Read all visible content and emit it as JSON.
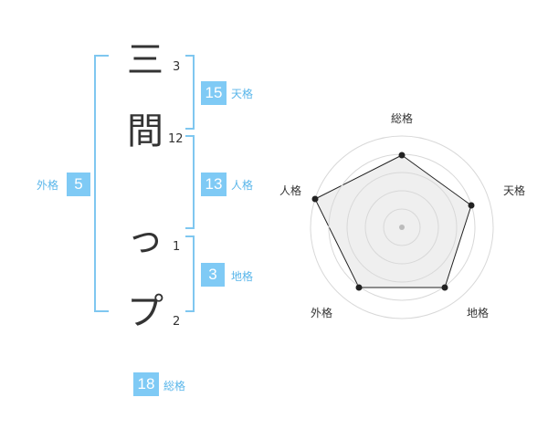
{
  "name_chars": [
    {
      "char": "三",
      "strokes": "3"
    },
    {
      "char": "間",
      "strokes": "12"
    },
    {
      "char": "っ",
      "strokes": "1"
    },
    {
      "char": "プ",
      "strokes": "2"
    }
  ],
  "fortunes": {
    "tenkaku": {
      "label": "天格",
      "value": "15"
    },
    "jinkaku": {
      "label": "人格",
      "value": "13"
    },
    "chikaku": {
      "label": "地格",
      "value": "3"
    },
    "gaikaku": {
      "label": "外格",
      "value": "5"
    },
    "soukaku": {
      "label": "総格",
      "value": "18"
    }
  },
  "radar": {
    "labels": {
      "top": "総格",
      "right": "天格",
      "bottom_right": "地格",
      "bottom_left": "外格",
      "left": "人格"
    },
    "colors": {
      "fill": "#efefef",
      "stroke": "#222222",
      "rings": "#d8d8d8",
      "center": "#bbbbbb"
    }
  }
}
